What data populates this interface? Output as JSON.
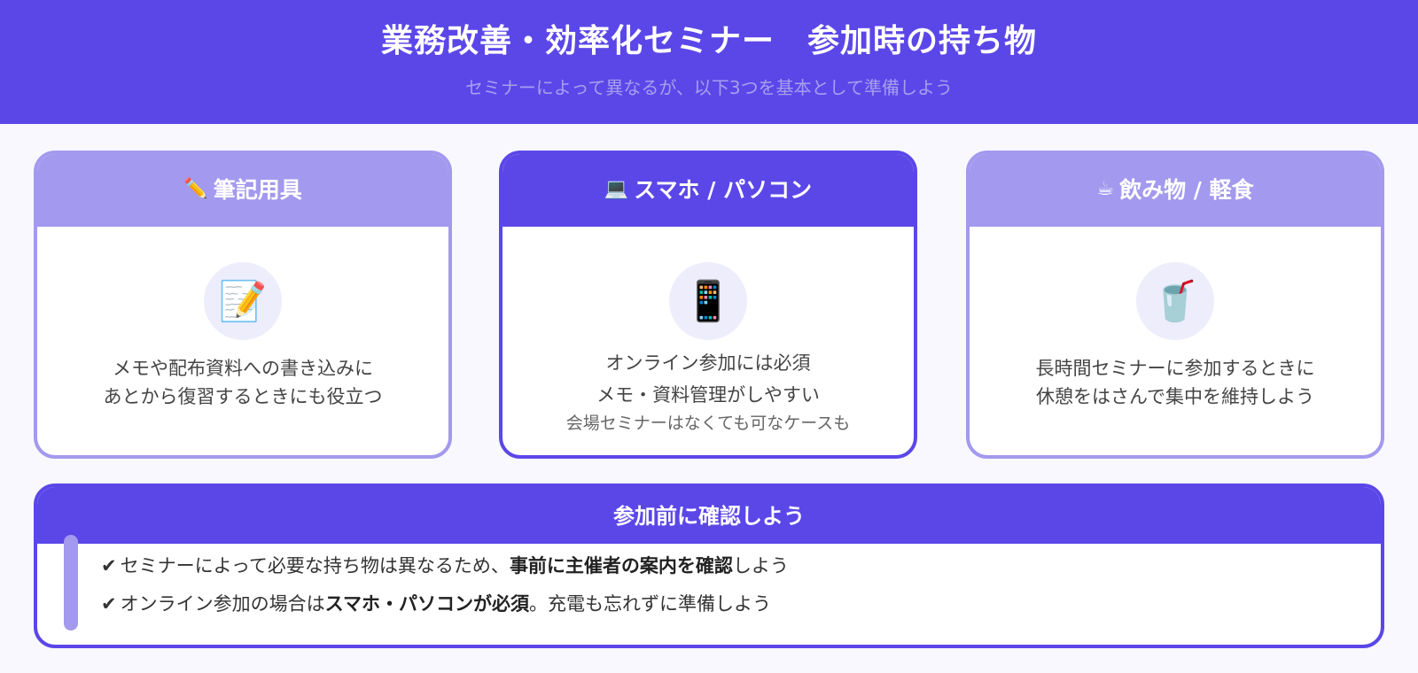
{
  "header": {
    "title": "業務改善・効率化セミナー　参加時の持ち物",
    "subtitle": "セミナーによって異なるが、以下3つを基本として準備しよう"
  },
  "cards": [
    {
      "head_icon": "✏️",
      "head_icon_name": "pencil-icon",
      "title": "筆記用具",
      "icon": "📝",
      "icon_name": "memo-icon",
      "lines": [
        "メモや配布資料への書き込みに",
        "あとから復習するときにも役立つ"
      ],
      "note": ""
    },
    {
      "head_icon": "💻",
      "head_icon_name": "laptop-icon",
      "title": "スマホ / パソコン",
      "icon": "📱",
      "icon_name": "smartphone-icon",
      "lines": [
        "オンライン参加には必須",
        "メモ・資料管理がしやすい"
      ],
      "note": "会場セミナーはなくても可なケースも"
    },
    {
      "head_icon": "☕",
      "head_icon_name": "coffee-icon",
      "title": "飲み物 / 軽食",
      "icon": "🥤",
      "icon_name": "drink-cup-icon",
      "lines": [
        "長時間セミナーに参加するときに",
        "休憩をはさんで集中を維持しよう"
      ],
      "note": ""
    }
  ],
  "confirm": {
    "title": "参加前に確認しよう",
    "check_icon": "✔",
    "items": [
      {
        "pre": "セミナーによって必要な持ち物は異なるため、",
        "bold": "事前に主催者の案内を確認",
        "post": "しよう"
      },
      {
        "pre": "オンライン参加の場合は",
        "bold": "スマホ・パソコンが必須",
        "post": "。充電も忘れずに準備しよう"
      }
    ]
  },
  "colors": {
    "primary": "#5B47E8",
    "primary_light": "#A399EE",
    "background": "#F8F8FE",
    "icon_circle": "#EEEDFC",
    "subtitle": "#A89EF0"
  }
}
